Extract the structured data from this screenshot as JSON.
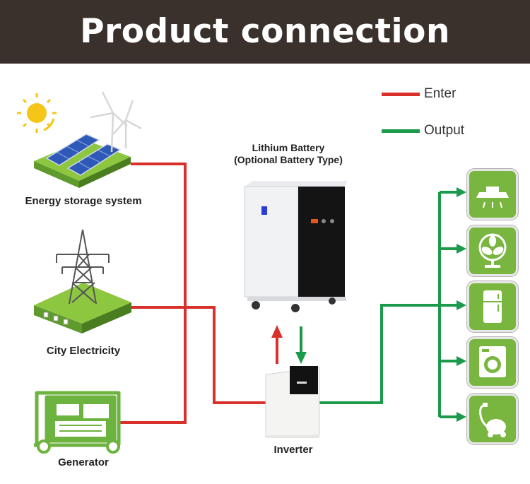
{
  "header": {
    "title": "Product connection diagram"
  },
  "legend": {
    "enter": {
      "label": "Enter",
      "color": "#d9302c"
    },
    "output": {
      "label": "Output",
      "color": "#1a9a4a"
    }
  },
  "sources": {
    "energy_storage": {
      "label": "Energy storage system",
      "icon": "solar-panel-icon"
    },
    "city": {
      "label": "City Electricity",
      "icon": "power-tower-icon"
    },
    "generator": {
      "label": "Generator",
      "icon": "generator-icon"
    }
  },
  "battery": {
    "line1": "Lithium Battery",
    "line2": "(Optional Battery Type)",
    "icon": "battery-cabinet-icon"
  },
  "inverter": {
    "label": "Inverter",
    "icon": "inverter-icon"
  },
  "appliances": [
    {
      "icon": "range-hood-icon"
    },
    {
      "icon": "fan-icon"
    },
    {
      "icon": "refrigerator-icon"
    },
    {
      "icon": "washing-machine-icon"
    },
    {
      "icon": "vacuum-cleaner-icon"
    }
  ],
  "colors": {
    "accent_green": "#79b63f",
    "header_bg": "#3a302c"
  }
}
